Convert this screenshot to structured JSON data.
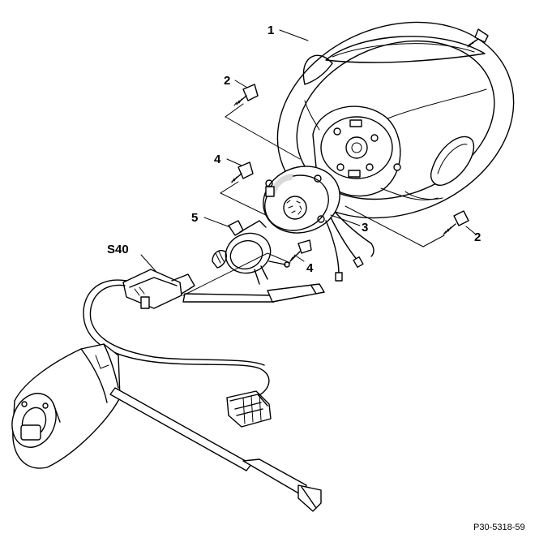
{
  "labels": {
    "part1": "1",
    "part2_top": "2",
    "part2_bottom": "2",
    "part3": "3",
    "part4_upper": "4",
    "part4_lower": "4",
    "part5": "5",
    "s40": "S40"
  },
  "reference_code": "P30-5318-59"
}
